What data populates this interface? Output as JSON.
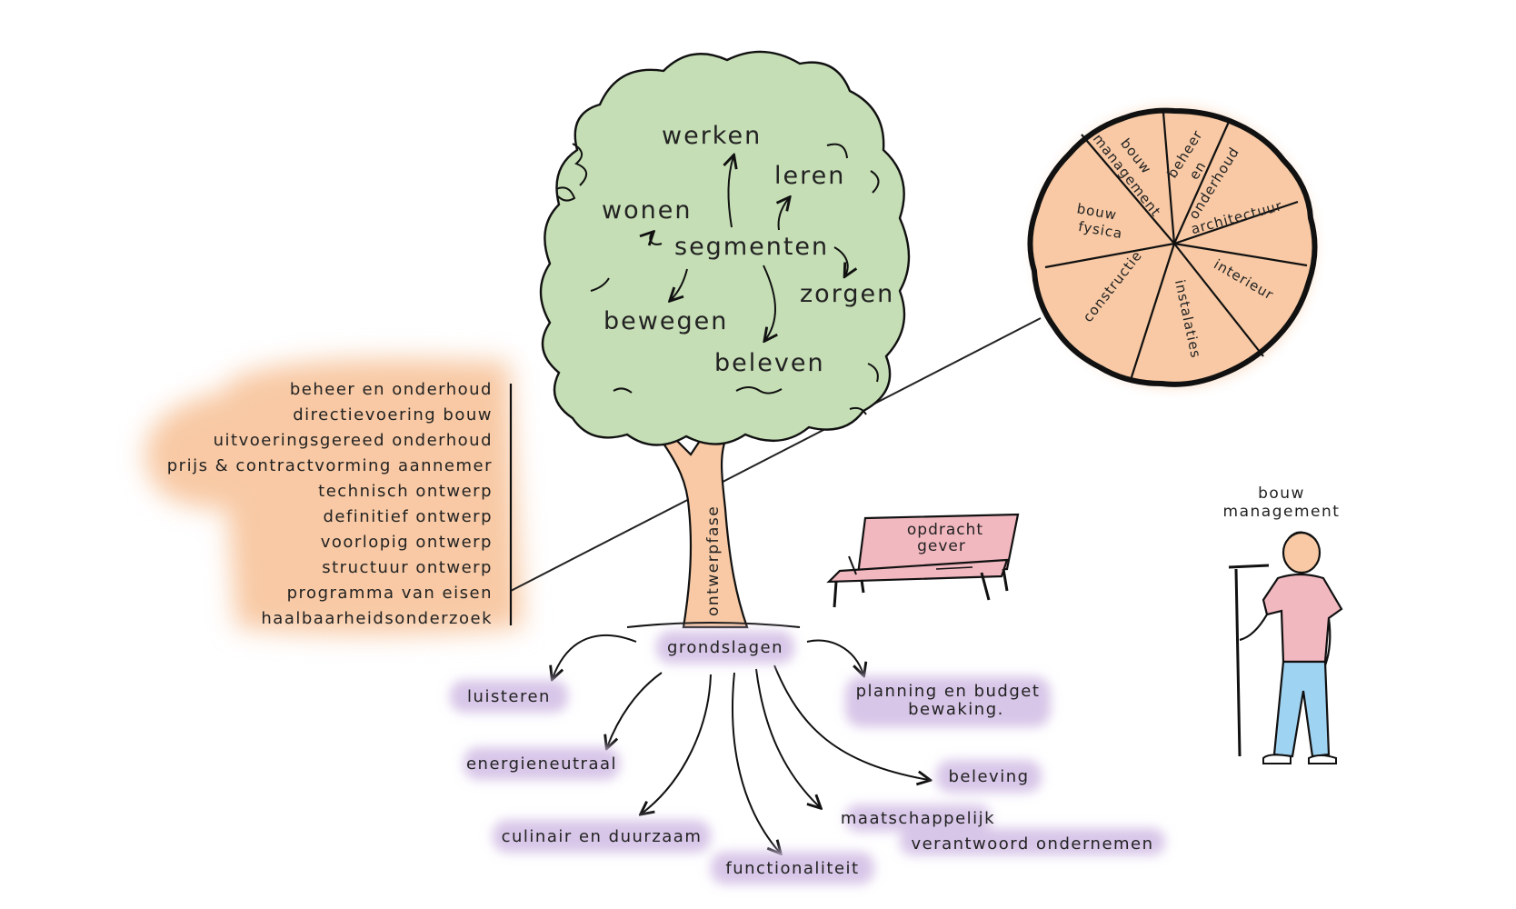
{
  "tree": {
    "center_label": "segmenten",
    "segments": [
      "werken",
      "leren",
      "wonen",
      "zorgen",
      "bewegen",
      "beleven"
    ],
    "trunk_label": "ontwerpfase",
    "roots_label": "grondslagen"
  },
  "phases": [
    "beheer en onderhoud",
    "directievoering bouw",
    "uitvoeringsgereed onderhoud",
    "prijs & contractvorming aannemer",
    "technisch ontwerp",
    "definitief ontwerp",
    "voorlopig ontwerp",
    "structuur ontwerp",
    "programma van eisen",
    "haalbaarheidsonderzoek"
  ],
  "roots": {
    "luisteren": "luisteren",
    "energieneutraal": "energieneutraal",
    "culinair": "culinair en duurzaam",
    "functionaliteit": "functionaliteit",
    "maatschappelijk_1": "maatschappelijk",
    "maatschappelijk_2": "verantwoord ondernemen",
    "beleving": "beleving",
    "planning_1": "planning en budget",
    "planning_2": "bewaking."
  },
  "disciplines": {
    "bouw_management_1": "bouw",
    "bouw_management_2": "management",
    "beheer_1": "beheer",
    "beheer_2": "en",
    "beheer_3": "onderhoud",
    "architectuur": "architectuur",
    "interieur": "interieur",
    "instalaties": "instalaties",
    "constructie": "constructie",
    "bouw_fysica_1": "bouw",
    "bouw_fysica_2": "fysica"
  },
  "bench_label": [
    "opdracht",
    "gever"
  ],
  "person_label": [
    "bouw",
    "management"
  ],
  "colors": {
    "canopy": "#c5deb5",
    "trunk": "#f8c9a4",
    "phases_bg": "#f8c9a4",
    "disc": "#f8c9a4",
    "root_label_bg": "#d8c6e8",
    "bench": "#f2b8c0",
    "shirt": "#f2b8c0",
    "pants": "#9fd3f2",
    "skin": "#f8c9a4"
  }
}
